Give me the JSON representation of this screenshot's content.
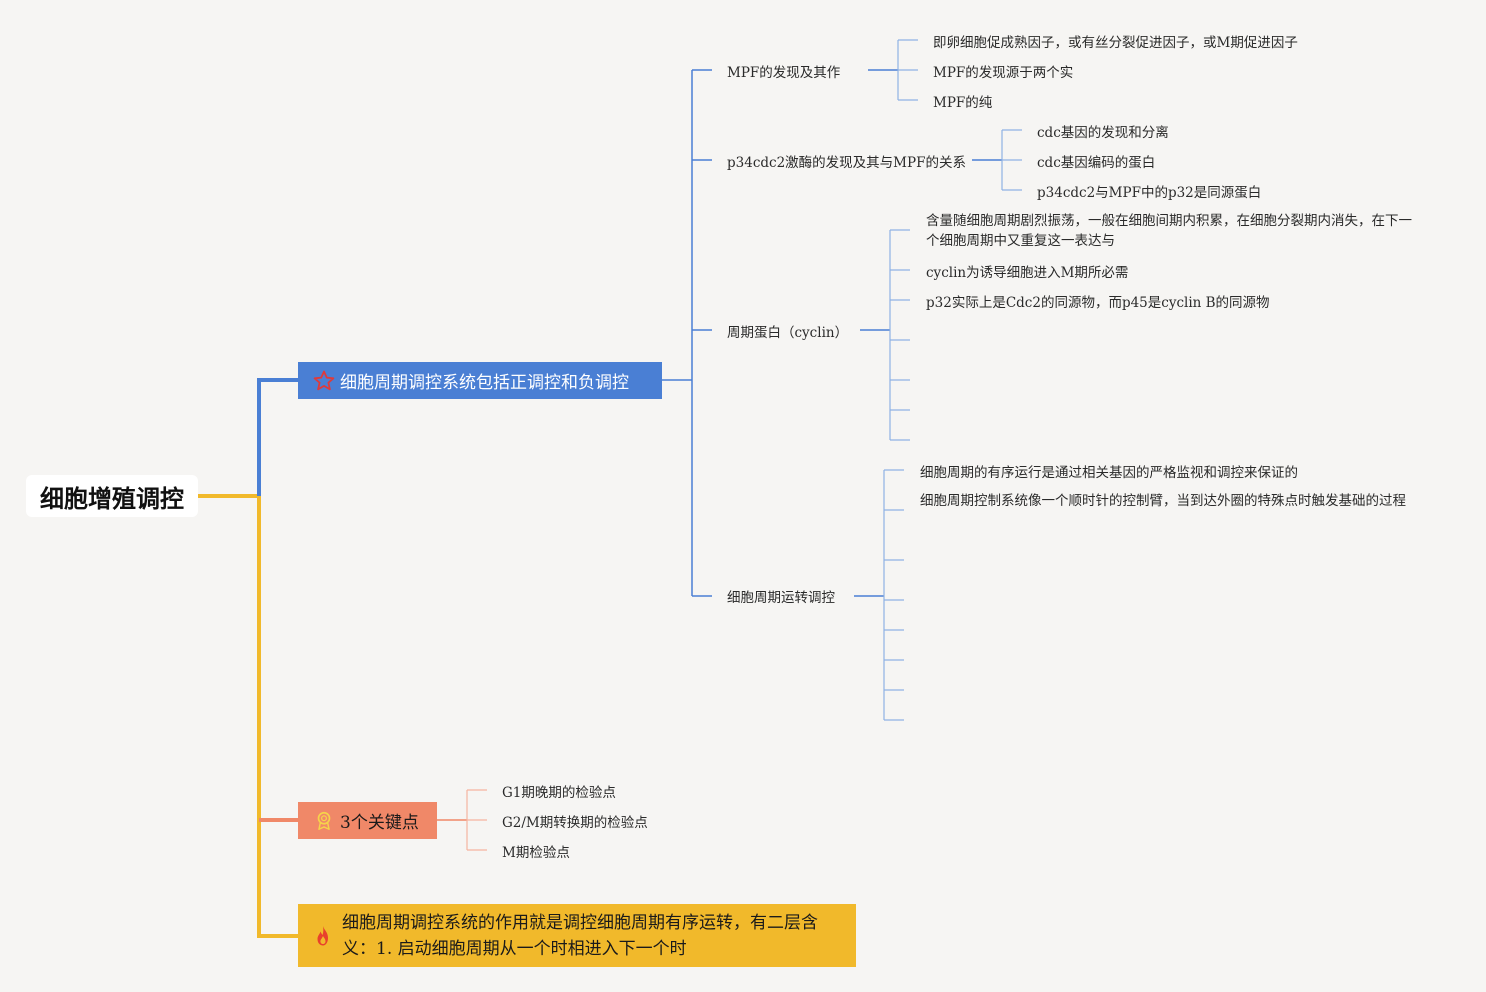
{
  "root": {
    "label": "细胞增殖调控"
  },
  "branches": [
    {
      "label": "细胞周期调控系统包括正调控和负调控",
      "icon": "star-icon",
      "color": "#4a7fd4",
      "children": [
        {
          "label": "MPF的发现及其作",
          "children": [
            "即卵细胞促成熟因子，或有丝分裂促进因子，或M期促进因子",
            "MPF的发现源于两个实",
            "MPF的纯"
          ]
        },
        {
          "label": "p34cdc2激酶的发现及其与MPF的关系",
          "children": [
            "cdc基因的发现和分离",
            "cdc基因编码的蛋白",
            "p34cdc2与MPF中的p32是同源蛋白"
          ]
        },
        {
          "label": "周期蛋白（cyclin）",
          "children": [
            "含量随细胞周期剧烈振荡，一般在细胞间期内积累，在细胞分裂期内消失，在下一个细胞周期中又重复这一表达与",
            "cyclin为诱导细胞进入M期所必需",
            "p32实际上是Cdc2的同源物，而p45是cyclin B的同源物"
          ]
        },
        {
          "label": "细胞周期运转调控",
          "children": [
            "细胞周期的有序运行是通过相关基因的严格监视和调控来保证的",
            "细胞周期控制系统像一个顺时针的控制臂，当到达外圈的特殊点时触发基础的过程"
          ]
        }
      ]
    },
    {
      "label": "3个关键点",
      "icon": "award-icon",
      "color": "#f08868",
      "children": [
        "G1期晚期的检验点",
        "G2/M期转换期的检验点",
        "M期检验点"
      ]
    },
    {
      "label": "细胞周期调控系统的作用就是调控细胞周期有序运转，有二层含义：1. 启动细胞周期从一个时相进入下一个时",
      "icon": "fire-icon",
      "color": "#f1b92b"
    }
  ]
}
